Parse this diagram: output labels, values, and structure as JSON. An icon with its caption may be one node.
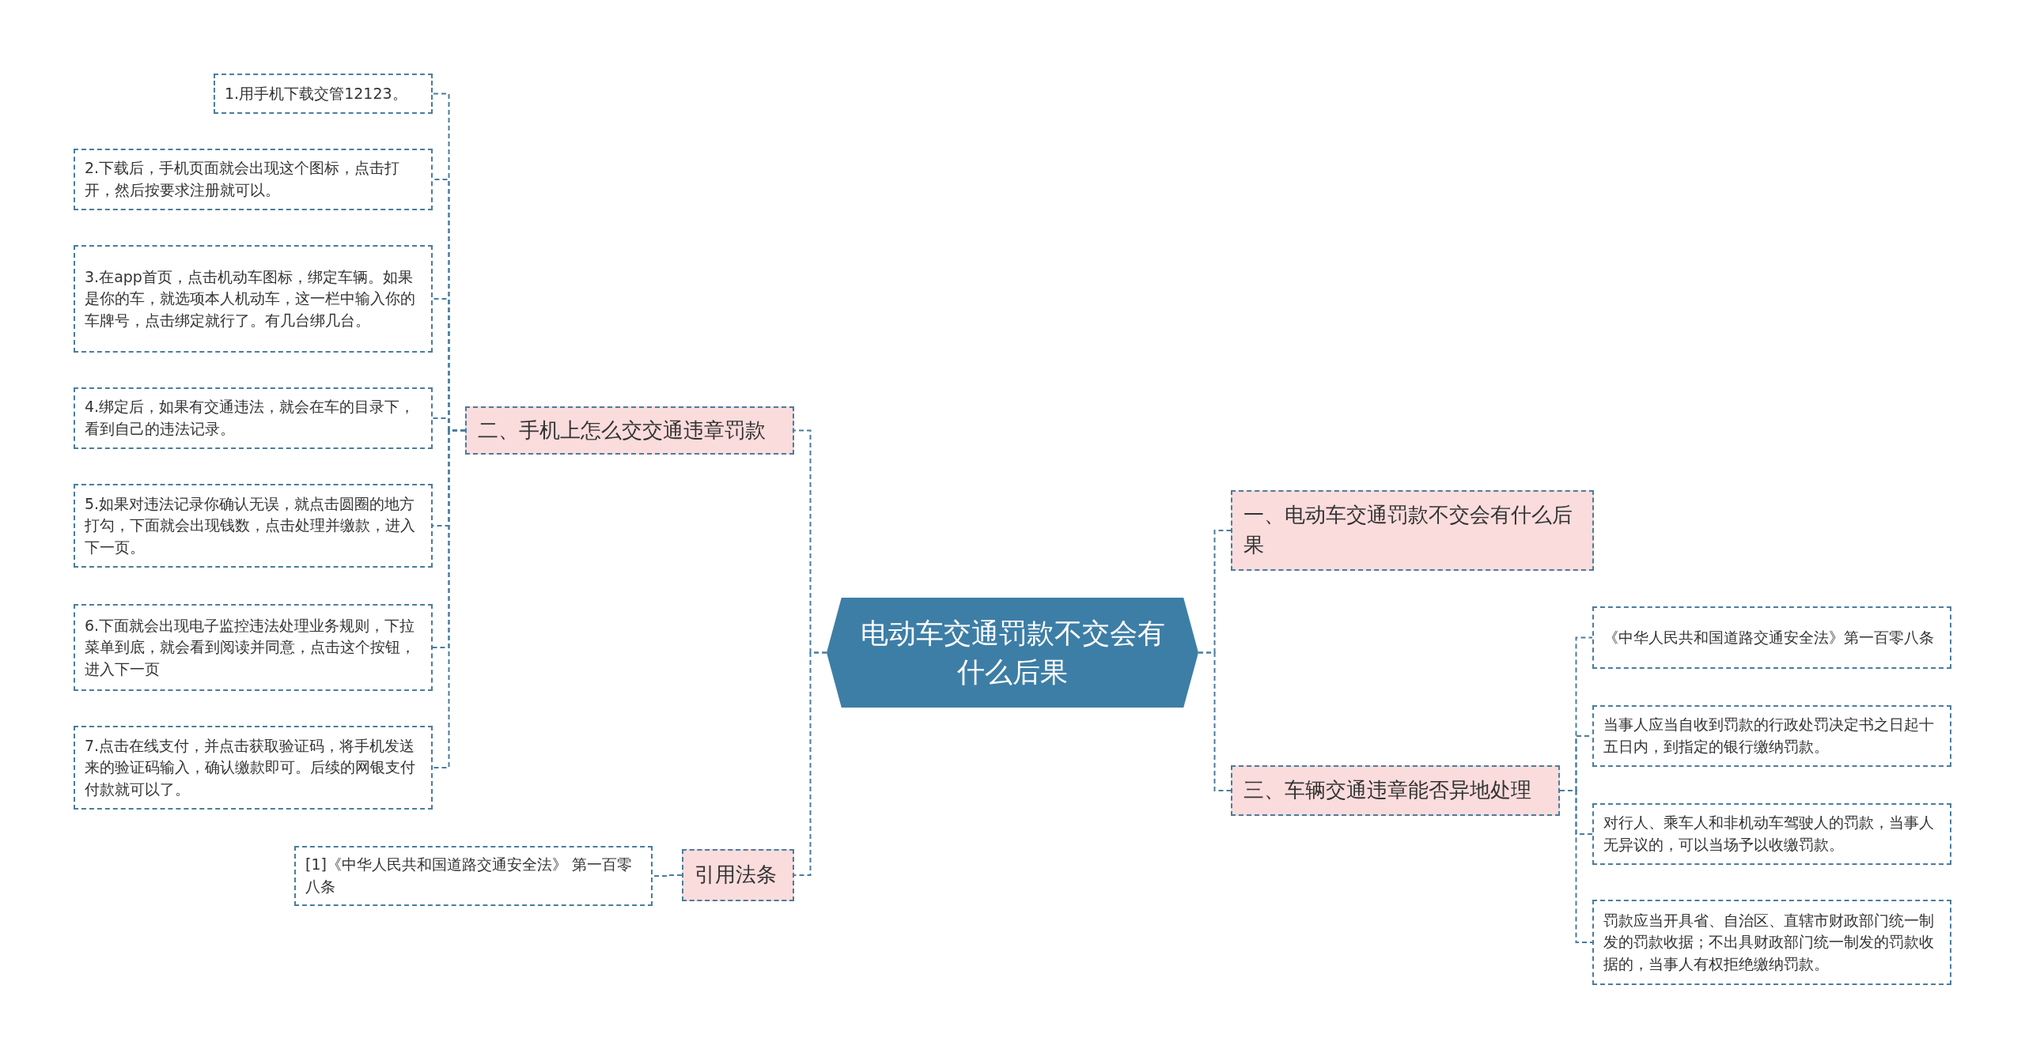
{
  "diagram": {
    "nodes": [
      {
        "text": [
          "电动车交通罚款不交会有什么后果"
        ]
      },
      {
        "text": [
          "二、手机上怎么交交通违章罚款"
        ]
      },
      {
        "text": [
          "1.用手机下载交管12123。"
        ]
      },
      {
        "text": [
          "2.下载后，手机页面就会出现这个图标，点击打开，然后按要求注册就可以。"
        ]
      },
      {
        "text": [
          "3.在app首页，点击机动车图标，绑定车辆。如果是你的车，就选项本人机动车，这一栏中输入你的车牌号，点击绑定就行了。有几台绑几台。"
        ]
      },
      {
        "text": [
          "4.绑定后，如果有交通违法，就会在车的目录下，看到自己的违法记录。"
        ]
      },
      {
        "text": [
          "5.如果对违法记录你确认无误，就点击圆圈的地方打勾，下面就会出现钱数，点击处理并缴款，进入下一页。"
        ]
      },
      {
        "text": [
          "6.下面就会出现电子监控违法处理业务规则，下拉菜单到底，就会看到阅读并同意，点击这个按钮，进入下一页"
        ]
      },
      {
        "text": [
          "7.点击在线支付，并点击获取验证码，将手机发送来的验证码输入，确认缴款即可。后续的网银支付付款就可以了。"
        ]
      },
      {
        "text": [
          "引用法条"
        ]
      },
      {
        "text": [
          "[1]《中华人民共和国道路交通安全法》 第一百零八条"
        ]
      },
      {
        "text": [
          "一、电动车交通罚款不交会有什么后果"
        ]
      },
      {
        "text": [
          "三、车辆交通违章能否异地处理"
        ]
      },
      {
        "text": [
          "《中华人民共和国道路交通安全法》第一百零八条"
        ]
      },
      {
        "text": [
          "当事人应当自收到罚款的行政处罚决定书之日起十五日内，到指定的银行缴纳罚款。"
        ]
      },
      {
        "text": [
          "对行人、乘车人和非机动车驾驶人的罚款，当事人无异议的，可以当场予以收缴罚款。"
        ]
      },
      {
        "text": [
          "罚款应当开具省、自治区、直辖市财政部门统一制发的罚款收据；不出具财政部门统一制发的罚款收据的，当事人有权拒绝缴纳罚款。"
        ]
      }
    ],
    "edges": [
      {
        "from": 0,
        "to": 1,
        "arrow": "none"
      },
      {
        "from": 1,
        "to": 2,
        "arrow": "none"
      },
      {
        "from": 1,
        "to": 3,
        "arrow": "none"
      },
      {
        "from": 1,
        "to": 4,
        "arrow": "none"
      },
      {
        "from": 1,
        "to": 5,
        "arrow": "none"
      },
      {
        "from": 1,
        "to": 6,
        "arrow": "none"
      },
      {
        "from": 1,
        "to": 7,
        "arrow": "none"
      },
      {
        "from": 1,
        "to": 8,
        "arrow": "none"
      },
      {
        "from": 0,
        "to": 9,
        "arrow": "none"
      },
      {
        "from": 9,
        "to": 10,
        "arrow": "none"
      },
      {
        "from": 0,
        "to": 11,
        "arrow": "none"
      },
      {
        "from": 0,
        "to": 12,
        "arrow": "none"
      },
      {
        "from": 12,
        "to": 13,
        "arrow": "none"
      },
      {
        "from": 12,
        "to": 14,
        "arrow": "none"
      },
      {
        "from": 12,
        "to": 15,
        "arrow": "none"
      },
      {
        "from": 12,
        "to": 16,
        "arrow": "none"
      }
    ]
  }
}
